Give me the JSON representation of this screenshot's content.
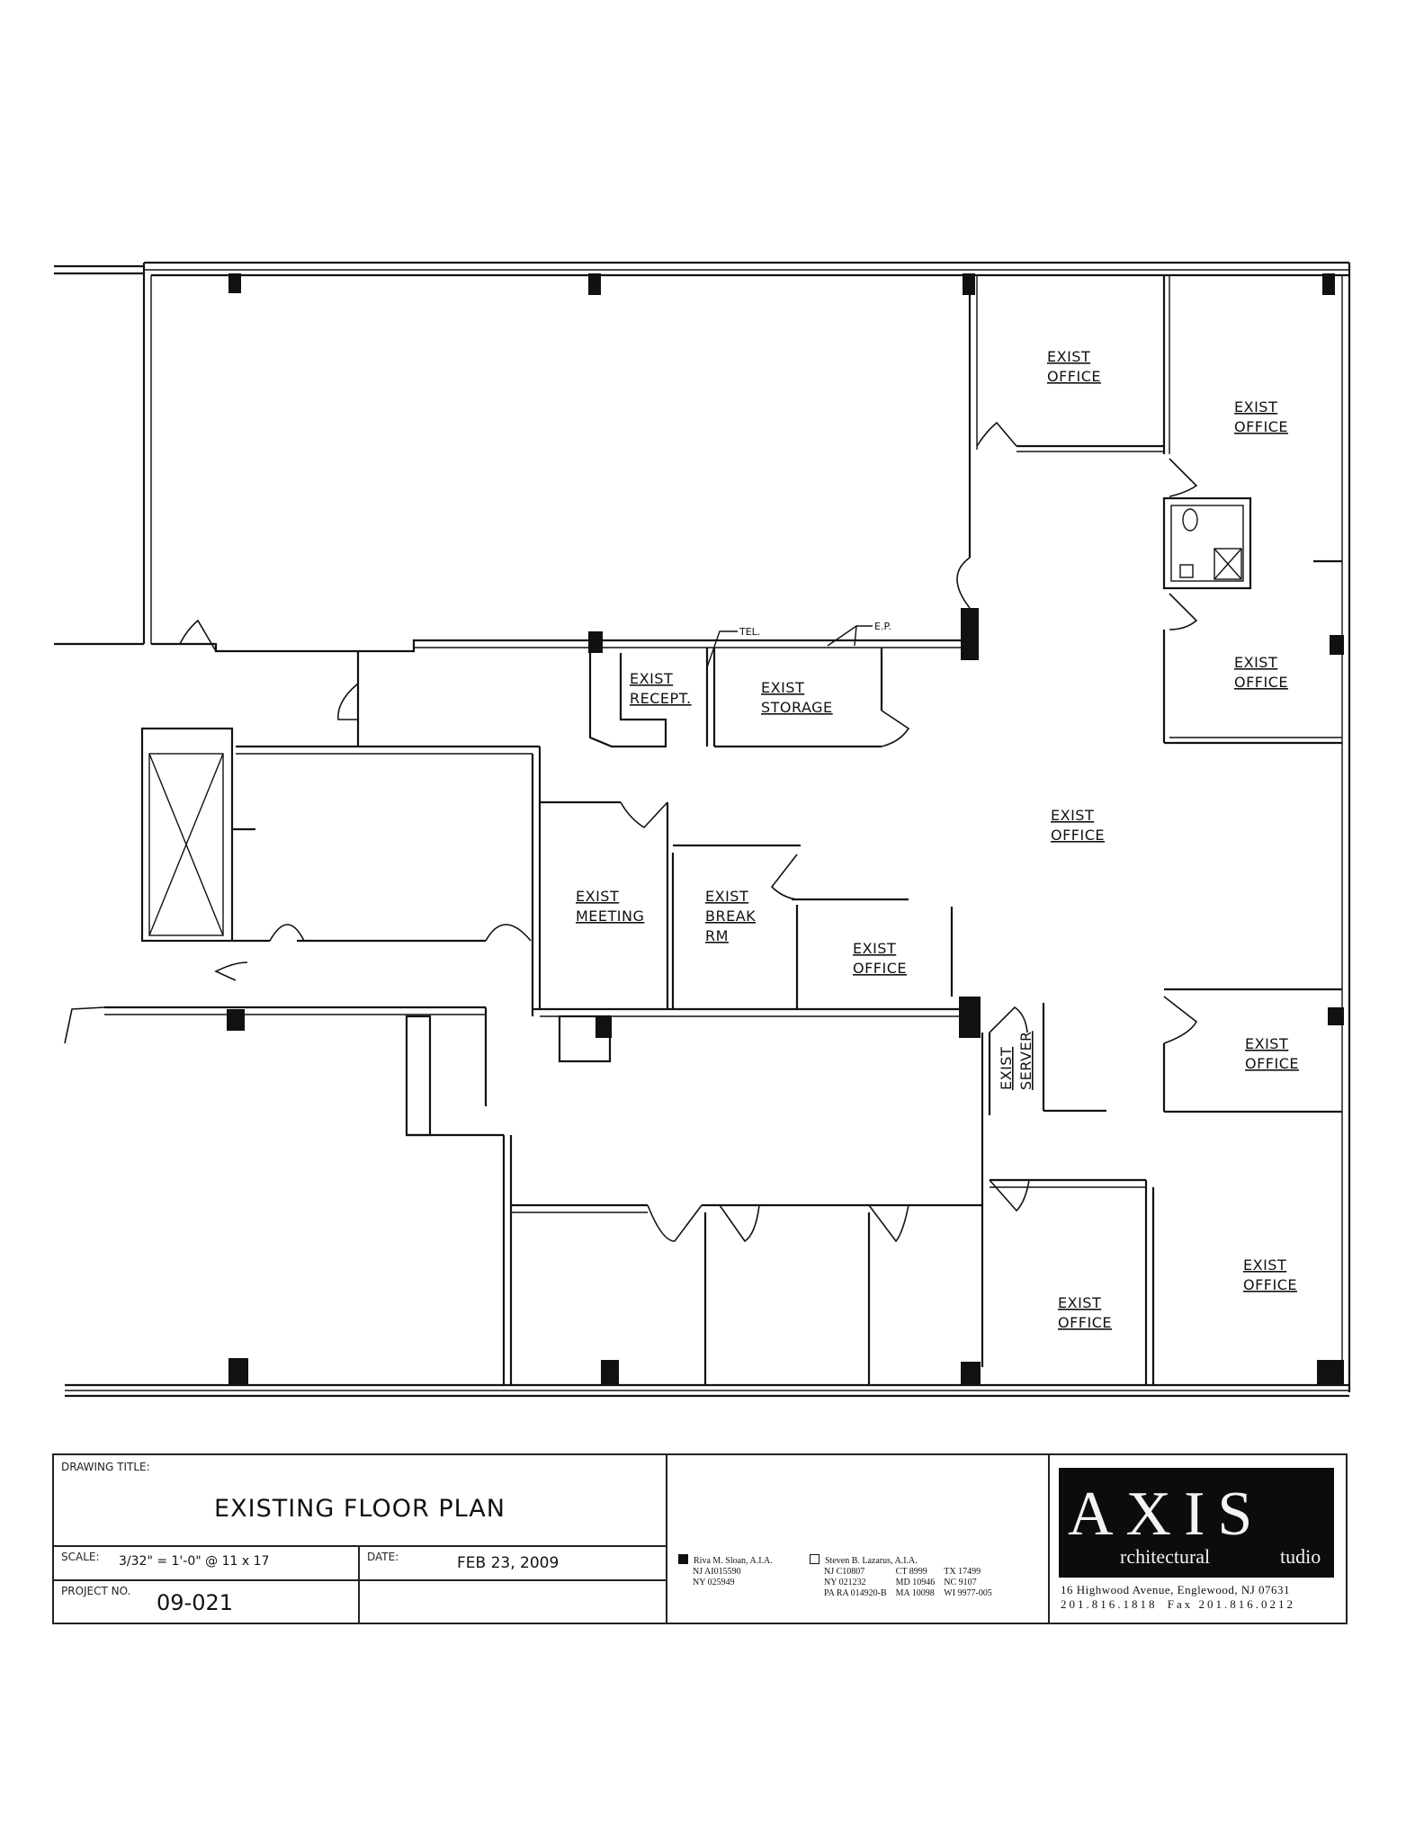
{
  "drawing": {
    "type": "architectural floor plan",
    "rooms": [
      {
        "line1": "EXIST",
        "line2": "OFFICE",
        "id": "office-top-center"
      },
      {
        "line1": "EXIST",
        "line2": "OFFICE",
        "id": "office-top-right"
      },
      {
        "line1": "EXIST",
        "line2": "OFFICE",
        "id": "office-right-mid"
      },
      {
        "line1": "EXIST",
        "line2": "OFFICE",
        "id": "office-open-center"
      },
      {
        "line1": "EXIST",
        "line2": "RECEPT.",
        "id": "reception"
      },
      {
        "line1": "EXIST",
        "line2": "STORAGE",
        "id": "storage"
      },
      {
        "line1": "EXIST",
        "line2": "MEETING",
        "id": "meeting"
      },
      {
        "line1": "EXIST",
        "line2": "BREAK",
        "line3": "RM",
        "id": "break-room"
      },
      {
        "line1": "EXIST",
        "line2": "OFFICE",
        "id": "office-center"
      },
      {
        "line1": "EXIST",
        "line2": "SERVER",
        "id": "server"
      },
      {
        "line1": "EXIST",
        "line2": "OFFICE",
        "id": "office-right-lower"
      },
      {
        "line1": "EXIST",
        "line2": "OFFICE",
        "id": "office-bottom-right"
      },
      {
        "line1": "EXIST",
        "line2": "OFFICE",
        "id": "office-bottom-center"
      }
    ],
    "annotations": {
      "tel": "TEL.",
      "ep": "E.P."
    }
  },
  "title_block": {
    "drawing_title_label": "DRAWING TITLE:",
    "drawing_title": "EXISTING FLOOR PLAN",
    "scale_label": "SCALE:",
    "scale_value": "3/32\" = 1'-0\" @ 11 x 17",
    "date_label": "DATE:",
    "date_value": "FEB 23, 2009",
    "project_no_label": "PROJECT NO.",
    "project_no_value": "09-021"
  },
  "licenses": {
    "architect1": {
      "name": "Riva M. Sloan, A.I.A.",
      "lines": [
        "NJ AI015590",
        "NY 025949"
      ],
      "checked": true
    },
    "architect2": {
      "name": "Steven B. Lazarus, A.I.A.",
      "rows": [
        [
          "NJ C10807",
          "CT 8999",
          "TX 17499"
        ],
        [
          "NY 021232",
          "MD 10946",
          "NC 9107"
        ],
        [
          "PA RA 014920-B",
          "MA 10098",
          "WI 9977-005"
        ]
      ],
      "checked": false
    }
  },
  "firm": {
    "logo_main": "AXIS",
    "logo_sub_left": "rchitectural",
    "logo_sub_right": "tudio",
    "address": "16 Highwood Avenue, Englewood, NJ 07631",
    "phone": "201.816.1818",
    "fax": "Fax 201.816.0212"
  }
}
